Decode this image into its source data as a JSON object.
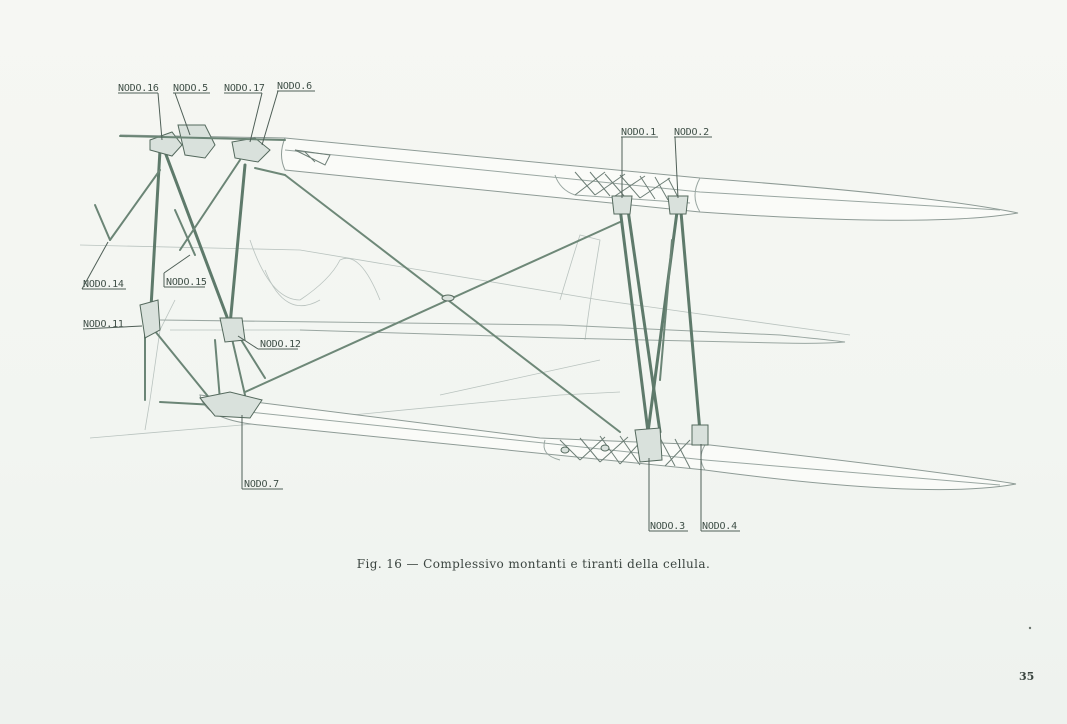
{
  "figure": {
    "caption": "Fig. 16 — Complessivo montanti e tiranti della cellula.",
    "page_number": "35"
  },
  "nodes": {
    "n16": "NODO.16",
    "n5": "NODO.5",
    "n17": "NODO.17",
    "n6": "NODO.6",
    "n1": "NODO.1",
    "n2": "NODO.2",
    "n14": "NODO.14",
    "n15": "NODO.15",
    "n11": "NODO.11",
    "n12": "NODO.12",
    "n7": "NODO.7",
    "n3": "NODO.3",
    "n4": "NODO.4"
  },
  "colors": {
    "paper": "#f4f6f2",
    "strut": "#5e7a6b",
    "outline": "#9aa7a2",
    "ink": "#3f4f47"
  }
}
